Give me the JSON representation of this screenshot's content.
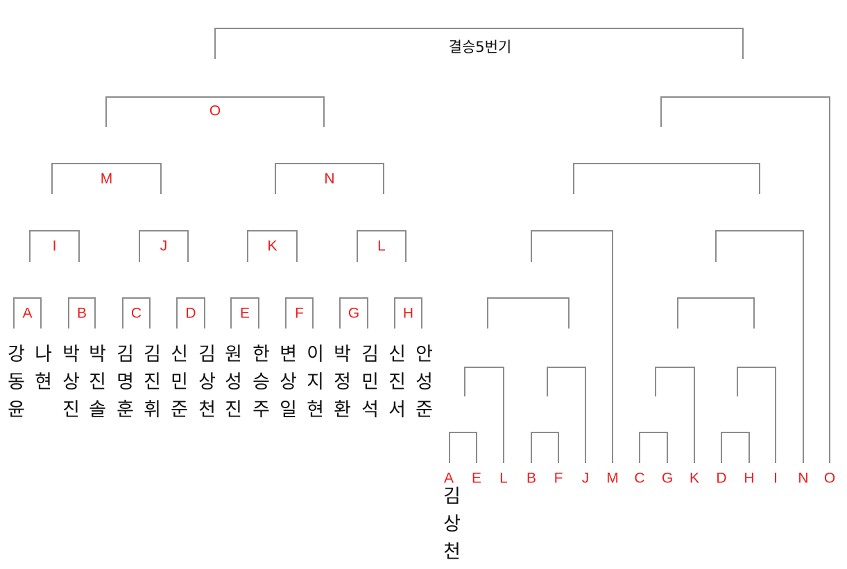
{
  "title": "결승5번기",
  "left_bracket": {
    "round_final_left": "O",
    "semis": [
      "M",
      "N"
    ],
    "quarters": [
      "I",
      "J",
      "K",
      "L"
    ],
    "round16": [
      "A",
      "B",
      "C",
      "D",
      "E",
      "F",
      "G",
      "H"
    ],
    "players": [
      "강동윤",
      "나현",
      "박상진",
      "박진솔",
      "김명훈",
      "김진휘",
      "신민준",
      "김상천",
      "원성진",
      "한승주",
      "변상일",
      "이지현",
      "박정환",
      "김민석",
      "신진서",
      "안성준"
    ]
  },
  "right_bracket": {
    "leaves": [
      "A",
      "E",
      "L",
      "B",
      "F",
      "J",
      "M",
      "C",
      "G",
      "K",
      "D",
      "H",
      "I",
      "N",
      "O"
    ],
    "seed_a_player": "김상천"
  },
  "colors": {
    "label": "#ee1c1c",
    "line": "#8c8c8c",
    "text": "#111111"
  }
}
